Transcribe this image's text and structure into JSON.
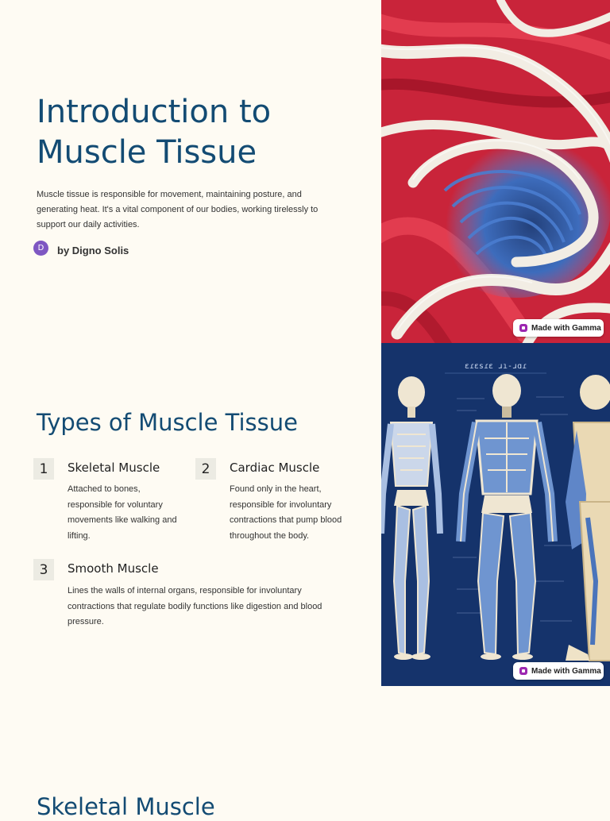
{
  "slide1": {
    "title": "Introduction to Muscle Tissue",
    "description": "Muscle tissue is responsible for movement, maintaining posture, and generating heat. It's a vital component of our bodies, working tirelessly to support our daily activities.",
    "author_initial": "D",
    "author": "by Digno Solis",
    "image_icon": "muscle-fibers-image",
    "badge": "Made with Gamma"
  },
  "slide2": {
    "title": "Types of Muscle Tissue",
    "image_icon": "anatomy-chart-image",
    "badge": "Made with Gamma",
    "chart_heading": "ɛɾɛsɾɛ ɹı-ɹɑɾ",
    "items": [
      {
        "number": "1",
        "title": "Skeletal Muscle",
        "description": "Attached to bones, responsible for voluntary movements like walking and lifting."
      },
      {
        "number": "2",
        "title": "Cardiac Muscle",
        "description": "Found only in the heart, responsible for involuntary contractions that pump blood throughout the body."
      },
      {
        "number": "3",
        "title": "Smooth Muscle",
        "description": "Lines the walls of internal organs, responsible for involuntary contractions that regulate bodily functions like digestion and blood pressure."
      }
    ]
  },
  "slide3": {
    "title": "Skeletal Muscle"
  },
  "colors": {
    "background": "#fefbf3",
    "title": "#134b73",
    "number_box": "#ecebe3",
    "avatar": "#7e57c2"
  }
}
